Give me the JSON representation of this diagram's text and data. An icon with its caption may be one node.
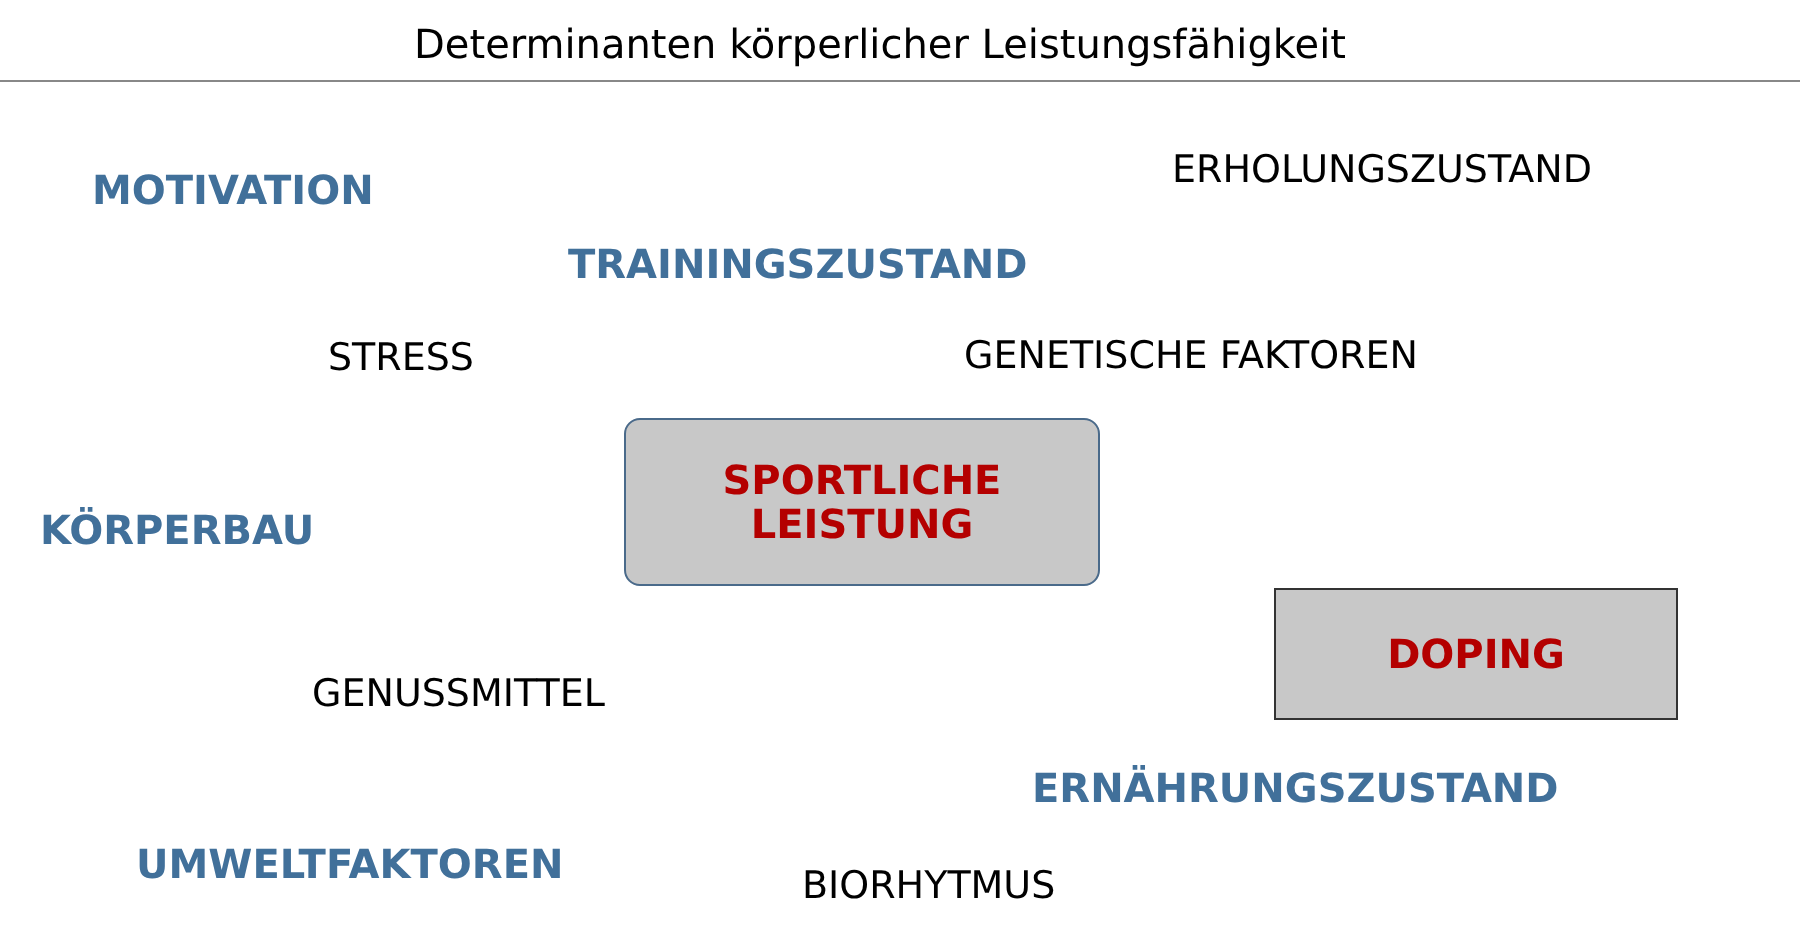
{
  "diagram": {
    "title": "Determinanten körperlicher Leistungsfähigkeit",
    "nodes": [
      {
        "text": [
          "SPORTLICHE LEISTUNG"
        ]
      },
      {
        "text": [
          "DOPING"
        ]
      }
    ],
    "edges": [],
    "labels": [
      "ERHOLUNGSZUSTAND",
      "MOTIVATION",
      "TRAININGSZUSTAND",
      "STRESS",
      "GENETISCHE FAKTOREN",
      "KÖRPERBAU",
      "GENUSSMITTEL",
      "ERNÄHRUNGSZUSTAND",
      "UMWELTFAKTOREN",
      "BIORHYTMUS"
    ]
  }
}
